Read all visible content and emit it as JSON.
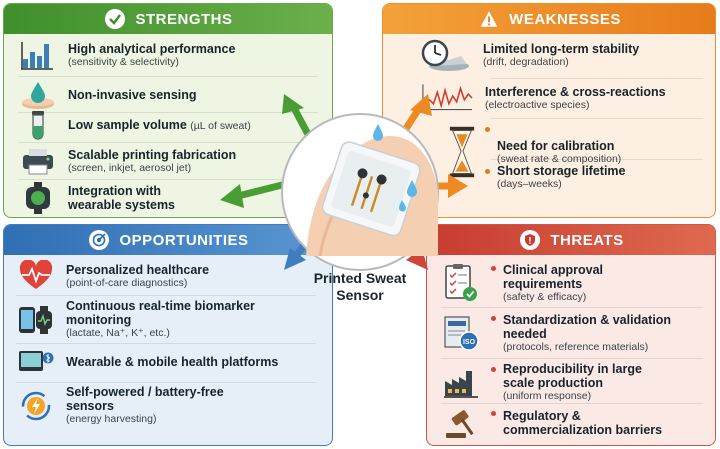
{
  "strengths": {
    "title": "STRENGTHS",
    "items": [
      {
        "icon": "bar-chart-icon",
        "main": "High analytical performance",
        "sub": "(sensitivity & selectivity)"
      },
      {
        "icon": "skin-drop-icon",
        "main": "Non-invasive sensing",
        "sub": ""
      },
      {
        "icon": "test-tube-icon",
        "main": "Low sample volume",
        "sub": "(µL of sweat)"
      },
      {
        "icon": "printer-icon",
        "main": "Scalable printing fabrication",
        "sub": "(screen, inkjet, aerosol jet)"
      },
      {
        "icon": "wearable-patch-icon",
        "main": "Integration with wearable systems",
        "sub": ""
      }
    ]
  },
  "weaknesses": {
    "title": "WEAKNESSES",
    "items": [
      {
        "icon": "clock-icon",
        "main": "Limited long-term stability",
        "sub": "(drift, degradation)"
      },
      {
        "icon": "signal-noise-icon",
        "main": "Interference & cross-reactions",
        "sub": "(electroactive species)"
      },
      {
        "icon": "hourglass-icon",
        "main": "Need for calibration",
        "sub": "(sweat rate & composition)"
      },
      {
        "icon": "calendar-icon",
        "main": "Short storage lifetime",
        "sub": "(days–weeks)"
      }
    ]
  },
  "opportunities": {
    "title": "OPPORTUNITIES",
    "items": [
      {
        "icon": "heart-health-icon",
        "main": "Personalized healthcare",
        "sub": "(point-of-care diagnostics)"
      },
      {
        "icon": "smartwatch-icon",
        "main": "Continuous real-time biomarker monitoring",
        "sub": "(lactate, Na⁺, K⁺, etc.)"
      },
      {
        "icon": "tablet-bluetooth-icon",
        "main": "Wearable & mobile health platforms",
        "sub": ""
      },
      {
        "icon": "energy-harvest-icon",
        "main": "Self-powered / battery-free sensors",
        "sub": "(energy harvesting)"
      }
    ]
  },
  "threats": {
    "title": "THREATS",
    "items": [
      {
        "icon": "checklist-icon",
        "main": "Clinical approval requirements",
        "sub": "(safety & efficacy)"
      },
      {
        "icon": "iso-standard-icon",
        "main": "Standardization & validation needed",
        "sub": "(protocols, reference materials)"
      },
      {
        "icon": "factory-icon",
        "main": "Reproducibility in large scale production",
        "sub": "(uniform response)"
      },
      {
        "icon": "gavel-icon",
        "main": "Regulatory & commercialization barriers",
        "sub": ""
      }
    ]
  },
  "center": {
    "label": "Printed Sweat Sensor"
  },
  "iso_badge": "ISO",
  "colors": {
    "strengths": "#5aa13c",
    "weaknesses": "#ee8a24",
    "opportunities": "#3f7dbf",
    "threats": "#d0453a"
  }
}
